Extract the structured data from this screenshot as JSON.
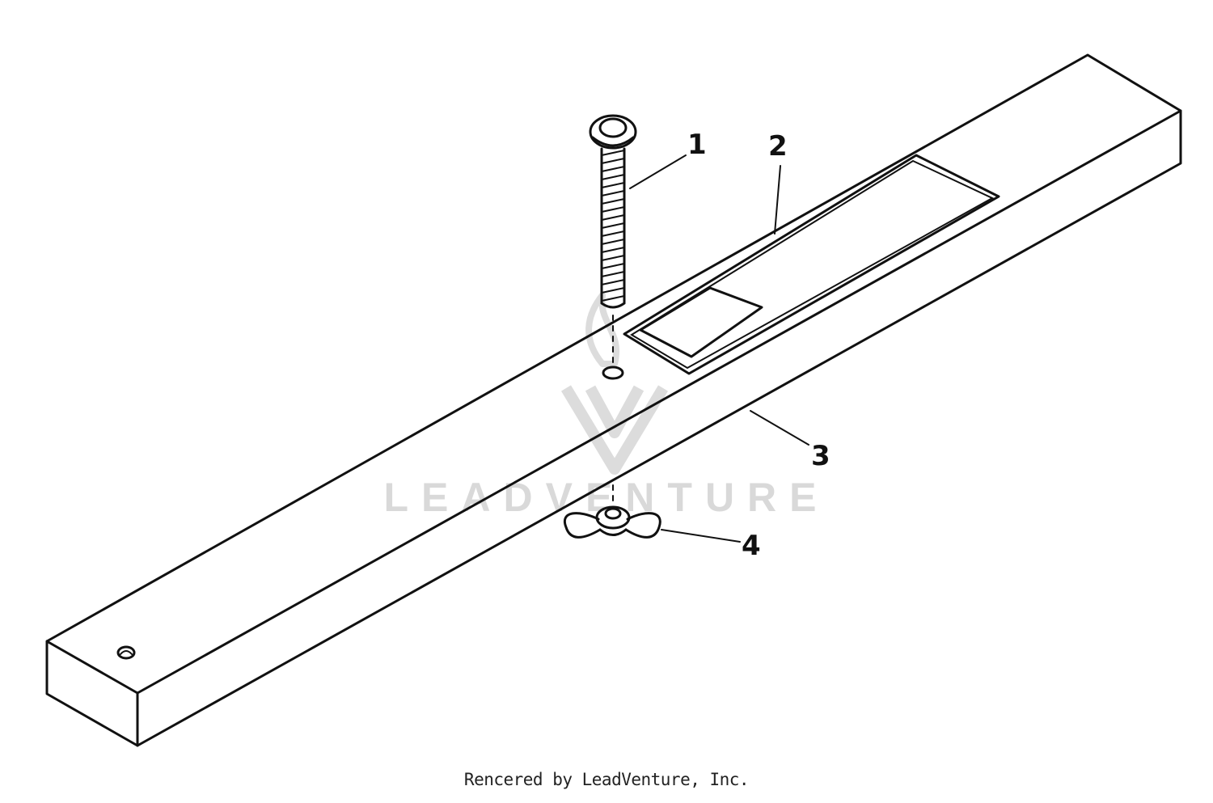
{
  "callouts": [
    {
      "id": "bolt",
      "label": "1"
    },
    {
      "id": "decal",
      "label": "2"
    },
    {
      "id": "bar",
      "label": "3"
    },
    {
      "id": "wing-nut",
      "label": "4"
    }
  ],
  "watermark": {
    "text": "LEADVENTURE"
  },
  "credit": "Rencered by LeadVenture, Inc."
}
